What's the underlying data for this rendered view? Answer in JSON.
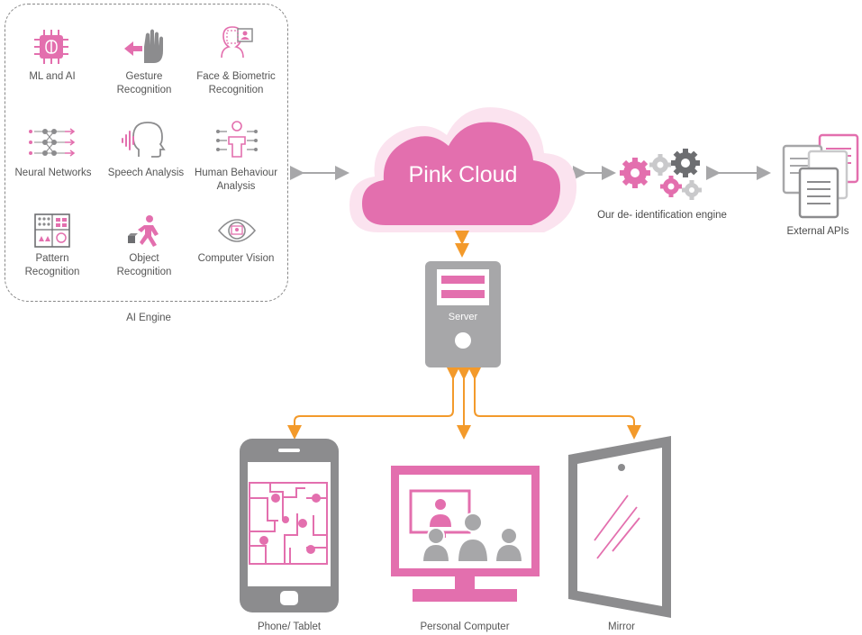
{
  "ai_engine": {
    "label": "AI Engine",
    "items": [
      {
        "label": "ML and AI",
        "icon": "brain-chip-icon"
      },
      {
        "label": "Gesture\nRecognition",
        "icon": "hand-gesture-icon"
      },
      {
        "label": "Face & Biometric\nRecognition",
        "icon": "face-biometric-icon"
      },
      {
        "label": "Neural Networks",
        "icon": "neural-network-icon"
      },
      {
        "label": "Speech Analysis",
        "icon": "speech-head-icon"
      },
      {
        "label": "Human Behaviour\nAnalysis",
        "icon": "human-behaviour-icon"
      },
      {
        "label": "Pattern\nRecognition",
        "icon": "pattern-grid-icon"
      },
      {
        "label": "Object\nRecognition",
        "icon": "object-person-icon"
      },
      {
        "label": "Computer Vision",
        "icon": "eye-vision-icon"
      }
    ]
  },
  "cloud": {
    "label": "Pink Cloud"
  },
  "engine": {
    "label": "Our de- identification engine"
  },
  "external": {
    "label": "External APIs"
  },
  "server": {
    "label": "Server"
  },
  "devices": [
    {
      "label": "Phone/ Tablet"
    },
    {
      "label": "Personal Computer"
    },
    {
      "label": "Mirror"
    }
  ],
  "colors": {
    "pink": "#e36fae",
    "gray": "#a7a7a9",
    "dark_gray": "#6d6e71",
    "orange": "#f39a2b"
  }
}
